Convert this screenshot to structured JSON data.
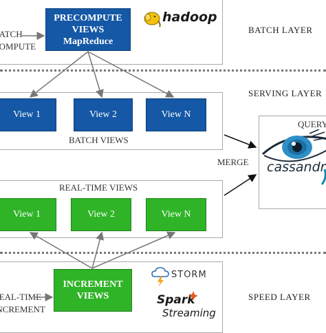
{
  "batch": {
    "left_label_line1": "BATCH",
    "left_label_line2": "COMPUTE",
    "precompute_line1": "PRECOMPUTE",
    "precompute_line2": "VIEWS",
    "precompute_line3": "MapReduce",
    "hadoop_logo": "hadoop"
  },
  "layers": {
    "batch": "BATCH LAYER",
    "serving": "SERVING LAYER",
    "speed": "SPEED LAYER"
  },
  "batch_views": {
    "items": [
      "View 1",
      "View 2",
      "View N"
    ],
    "caption": "BATCH VIEWS"
  },
  "realtime_views": {
    "caption": "REAL-TIME VIEWS",
    "items": [
      "View 1",
      "View 2",
      "View N"
    ]
  },
  "merge_label": "MERGE",
  "query": {
    "label": "QUERY",
    "cassandra_logo": "cassandra"
  },
  "speed": {
    "left_label_line1": "REAL-TIME",
    "left_label_line2": "INCREMENT",
    "increment_line1": "INCREMENT",
    "increment_line2": "VIEWS",
    "storm_logo": "STORM",
    "spark_logo_line1": "Spark",
    "spark_logo_line2": "Streaming"
  },
  "colors": {
    "blue_box": "#1458a6",
    "green_box": "#2fb427",
    "panel_border": "#a9a9a9",
    "cassandra_blue": "#1287b1"
  }
}
